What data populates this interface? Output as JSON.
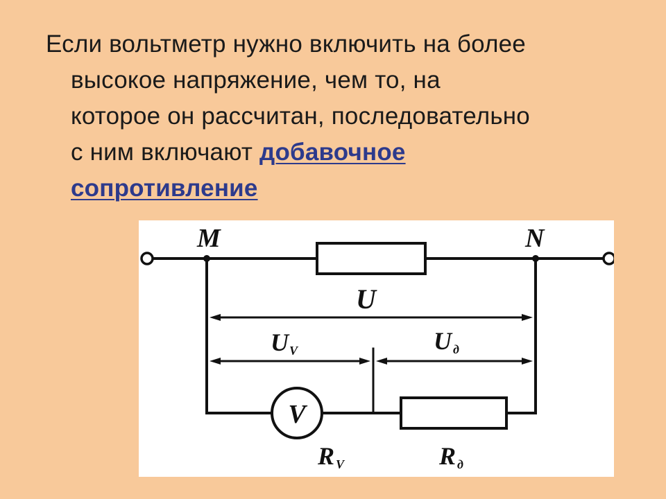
{
  "text": {
    "line1": "Если вольтметр нужно включить на более",
    "line2": "высокое напряжение, чем то, на",
    "line3": "которое он рассчитан, последовательно",
    "line4_prefix": "с ним включают ",
    "term_part1": "добавочное",
    "term_part2": "сопротивление"
  },
  "diagram": {
    "node_m": "M",
    "node_n": "N",
    "voltage_total": "U",
    "voltage_v": "U",
    "voltage_v_sub": "V",
    "voltage_d": "U",
    "voltage_d_sub": "д",
    "meter_symbol": "V",
    "resistance_v": "R",
    "resistance_v_sub": "V",
    "resistance_d": "R",
    "resistance_d_sub": "д"
  },
  "colors": {
    "background": "#f8c99a",
    "link": "#2d3a8c",
    "diagram_bg": "#ffffff",
    "wire": "#111111"
  }
}
